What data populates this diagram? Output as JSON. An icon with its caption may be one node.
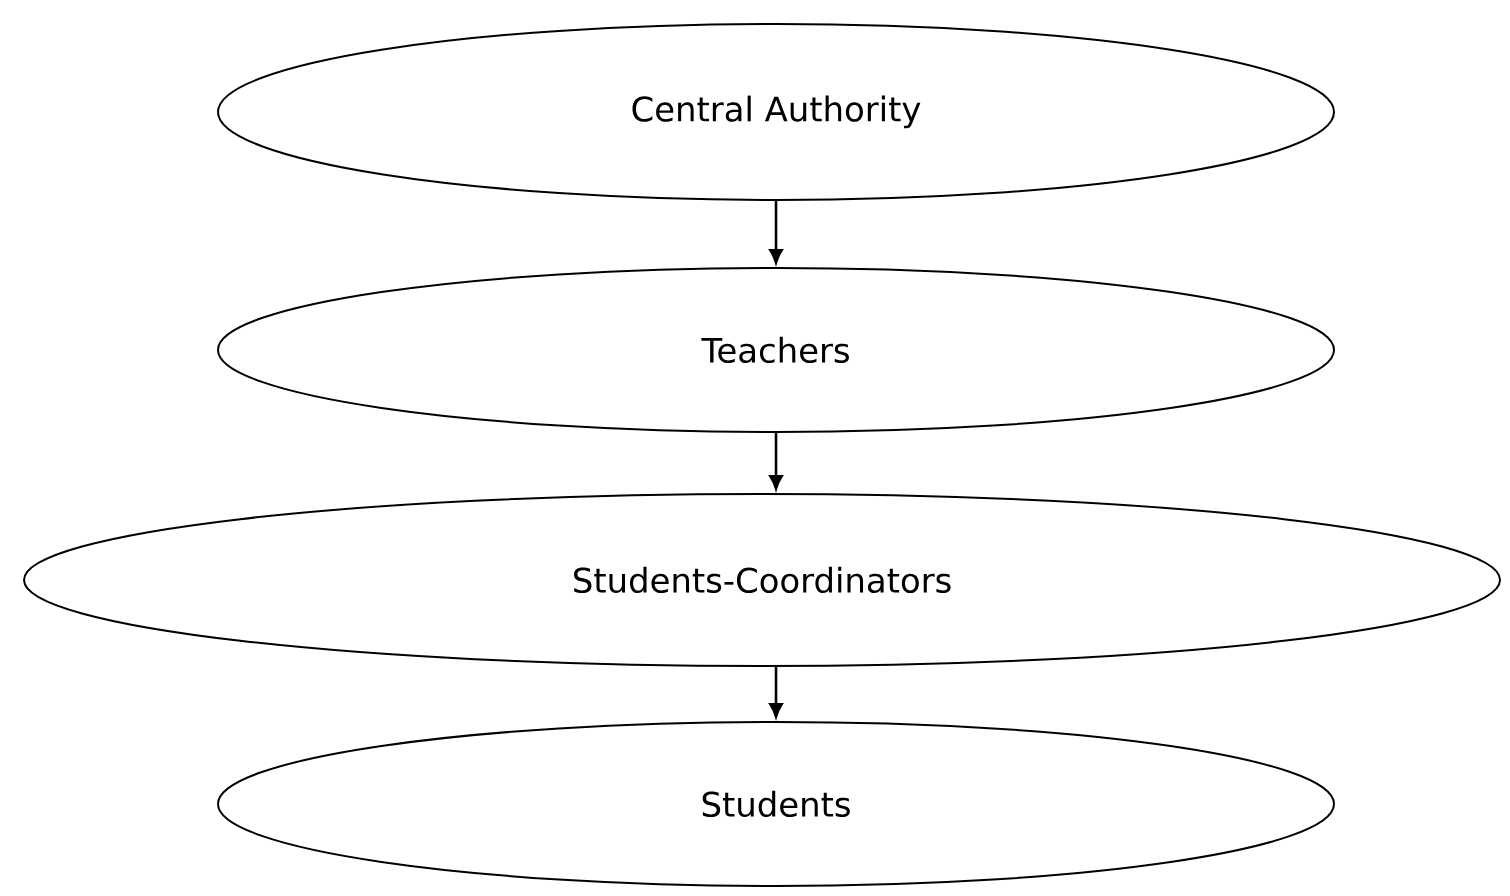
{
  "diagram": {
    "nodes": [
      {
        "text": [
          "Central Authority"
        ]
      },
      {
        "text": [
          "Teachers"
        ]
      },
      {
        "text": [
          "Students-Coordinators"
        ]
      },
      {
        "text": [
          "Students"
        ]
      }
    ],
    "edges": [
      {
        "from": 0,
        "to": 1,
        "arrow": "to"
      },
      {
        "from": 1,
        "to": 2,
        "arrow": "to"
      },
      {
        "from": 2,
        "to": 3,
        "arrow": "to"
      }
    ]
  }
}
